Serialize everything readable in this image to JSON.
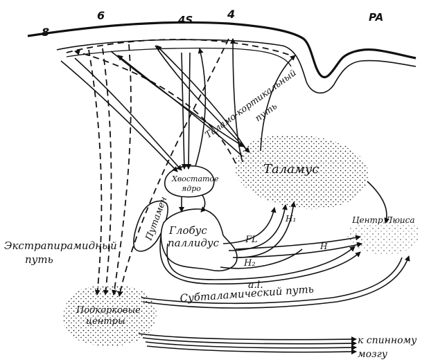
{
  "areas": {
    "area_8": "8",
    "area_6": "6",
    "area_4s": "4S",
    "area_4": "4",
    "area_pa": "PA"
  },
  "structures": {
    "thalamus": "Таламус",
    "caudate_line1": "Хвостатое",
    "caudate_line2": "ядро",
    "putamen": "Путамен",
    "globus_line1": "Глобус",
    "globus_line2": "паллидус",
    "center_louis": "Центр Люиса",
    "subcortical_line1": "Подкорковые",
    "subcortical_line2": "центры"
  },
  "pathways": {
    "thalamocortical_line1": "Таламо-кортикальный",
    "thalamocortical_line2": "путь",
    "extrapyramidal_line1": "Экстрапирамидный",
    "extrapyramidal_line2": "путь",
    "subthalamic": "Субталамический путь",
    "spinal_line1": "к спинному",
    "spinal_line2": "мозгу"
  },
  "fibers": {
    "fl": "FL",
    "h1": "H₁",
    "h2": "H₂",
    "h": "H",
    "al": "a.l."
  }
}
